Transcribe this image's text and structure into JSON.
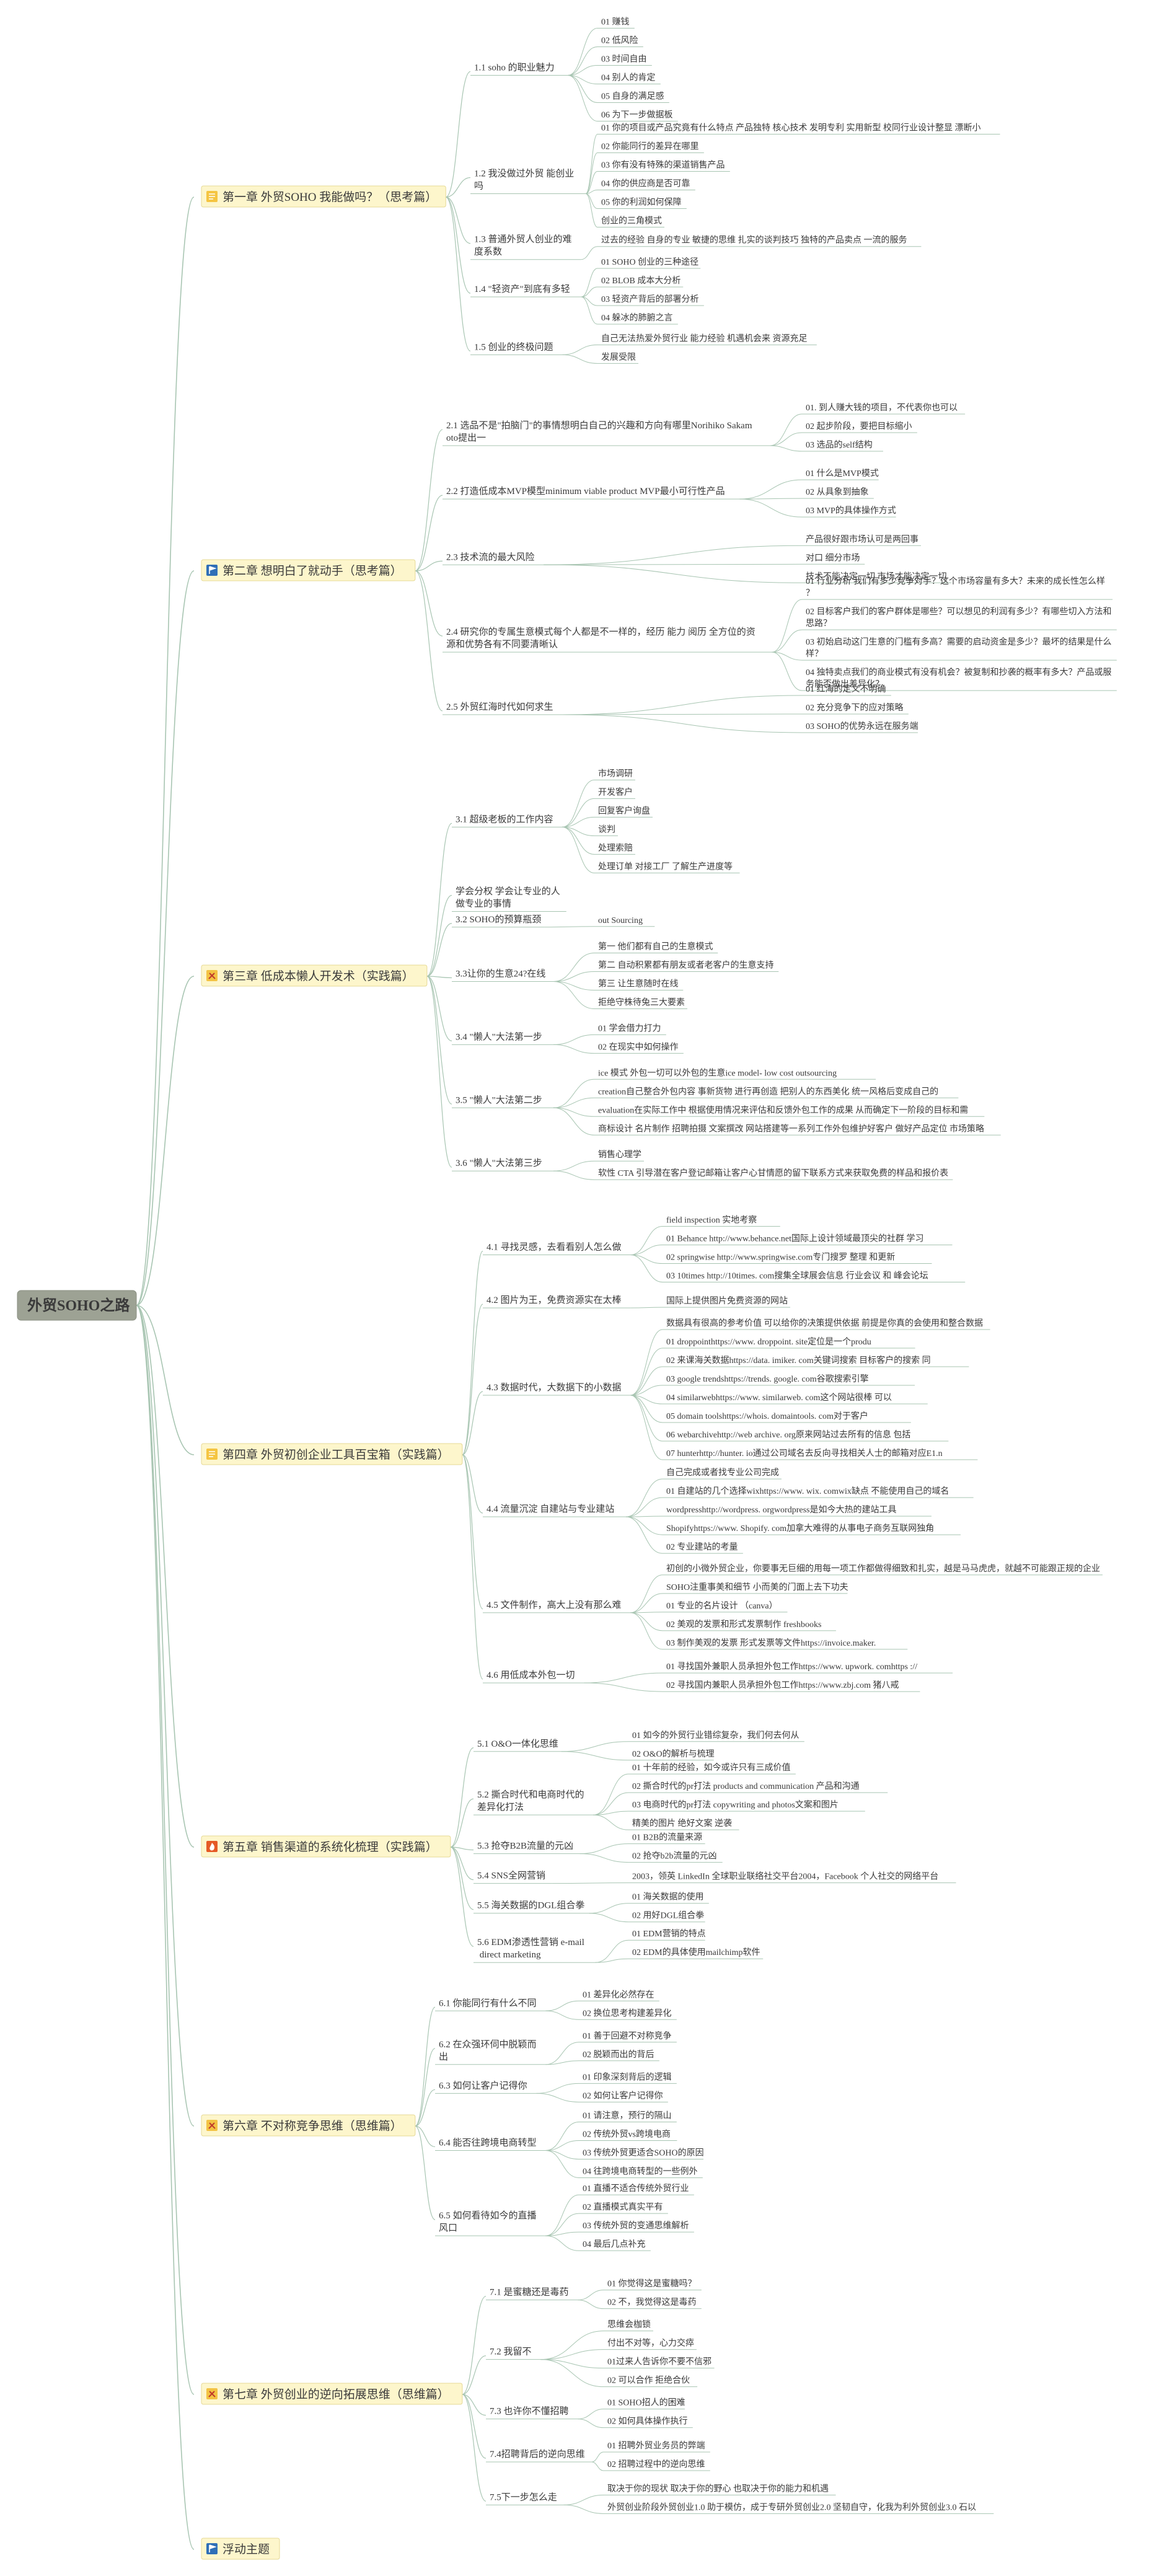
{
  "root": {
    "title": "外贸SOHO之路"
  },
  "colors": {
    "line": "#a8c5b2",
    "root_bg": "#9da294",
    "chapter_bg": "#fdf6cc",
    "chapter_border": "#e6d995",
    "text": "#3a3a3a"
  },
  "chapters": [
    {
      "icon": "page-icon",
      "label": "第一章 外贸SOHO 我能做吗？（思考篇）",
      "sections": [
        {
          "label": "1.1 soho 的职业魅力",
          "items": [
            "01 赚钱",
            "02 低风险",
            "03 时间自由",
            "04 别人的肯定",
            "05 自身的满足感",
            "06 为下一步做据板"
          ]
        },
        {
          "label": "1.2 我没做过外贸 能创业吗",
          "items": [
            "01 你的项目或产品究竟有什么特点 产品独特 核心技术 发明专利 实用新型 校同行业设计整显 漂断小",
            "02 你能同行的差异在哪里",
            "03 你有没有特殊的渠道销售产品",
            "04 你的供应商是否可靠",
            "05 你的利润如何保障",
            "创业的三角模式"
          ]
        },
        {
          "label": "1.3 普通外贸人创业的难度系数",
          "items": [
            "过去的经验 自身的专业 敏捷的思维 扎实的谈判技巧 独特的产品卖点 一流的服务"
          ]
        },
        {
          "label": "1.4 \"轻资产\"到底有多轻",
          "items": [
            "01 SOHO 创业的三种途径",
            "02 BLOB 成本大分析",
            "03 轻资产背后的部署分析",
            "04 躲冰的肺腑之言"
          ]
        },
        {
          "label": "1.5 创业的终极问题",
          "items": [
            "自己无法热爱外贸行业 能力经验 机遇机会来 资源充足",
            "发展受限"
          ]
        }
      ]
    },
    {
      "icon": "flag-icon",
      "label": "第二章 想明白了就动手（思考篇）",
      "sections": [
        {
          "label": "2.1 选品不是\"拍脑门\"的事情想明白自己的兴趣和方向有哪里Norihiko Sakamoto提出一",
          "items": [
            "01. 到人赚大钱的项目，不代表你也可以",
            "02 起步阶段，要把目标缩小",
            "03 选品的self结构"
          ]
        },
        {
          "label": "2.2 打造低成本MVP模型minimum viable product MVP最小可行性产品",
          "items": [
            "01 什么是MVP模式",
            "02 从具象到抽象",
            "03 MVP的具体操作方式"
          ]
        },
        {
          "label": "2.3 技术流的最大风险",
          "items": [
            "产品很好跟市场认可是两回事",
            "对口 细分市场",
            "技术不能决定一切 市场才能决定一切"
          ]
        },
        {
          "label": "2.4 研究你的专属生意模式每个人都是不一样的，经历 能力 阅历 全方位的资源和优势各有不同要清晰认",
          "items": [
            "01 行业分析 我们有多少竞争对手？这个市场容量有多大？未来的成长性怎么样？",
            "02 目标客户我们的客户群体是哪些？可以想见的利润有多少？有哪些切入方法和思路？",
            "03 初始启动这门生意的门槛有多高？需要的启动资金是多少？最坏的结果是什么样？",
            "04 独特卖点我们的商业模式有没有机会？被复制和抄袭的概率有多大？产品或服务能否做出差异化？"
          ]
        },
        {
          "label": "2.5 外贸红海时代如何求生",
          "items": [
            "01 红海的定义不明确",
            "02 充分竞争下的应对策略",
            "03 SOHO的优势永远在服务端"
          ]
        }
      ]
    },
    {
      "icon": "tools-icon",
      "label": "第三章 低成本懒人开发术（实践篇）",
      "sections": [
        {
          "label": "3.1 超级老板的工作内容",
          "items": [
            "市场调研",
            "开发客户",
            "回复客户询盘",
            "谈判",
            "处理索赔",
            "处理订单 对接工厂 了解生产进度等"
          ]
        },
        {
          "label": "学会分权 学会让专业的人做专业的事情",
          "items": []
        },
        {
          "label": "3.2 SOHO的预算瓶颈",
          "items": [
            "out Sourcing"
          ]
        },
        {
          "label": "3.3让你的生意24?在线",
          "items": [
            "第一 他们都有自己的生意模式",
            "第二 自动积累都有朋友或者老客户的生意支持",
            "第三 让生意随时在线",
            "拒绝守株待兔三大要素"
          ]
        },
        {
          "label": "3.4 \"懒人\"大法第一步",
          "items": [
            "01 学会借力打力",
            "02 在现实中如何操作"
          ]
        },
        {
          "label": "3.5 \"懒人\"大法第二步",
          "items": [
            "ice 模式 外包一切可以外包的生意ice model- low cost outsourcing",
            "creation自己整合外包内容 事新货物 进行再创造 把别人的东西美化 统一风格后变成自己的",
            "evaluation在实际工作中 根据使用情况来评估和反馈外包工作的成果 从而确定下一阶段的目标和需",
            "商标设计 名片制作 招聘拍摄 文案撰改 网站搭建等一系列工作外包维护好客户 做好产品定位 市场策略"
          ]
        },
        {
          "label": "3.6 \"懒人\"大法第三步",
          "items": [
            "销售心理学",
            "软性 CTA 引导潜在客户登记邮箱让客户心甘情愿的留下联系方式来获取免费的样品和报价表"
          ]
        }
      ]
    },
    {
      "icon": "page-icon",
      "label": "第四章 外贸初创企业工具百宝箱（实践篇）",
      "sections": [
        {
          "label": "4.1 寻找灵感，去看看别人怎么做",
          "items": [
            "field inspection 实地考察",
            "01 Behance http://www.behance.net国际上设计领域最顶尖的社群 学习",
            "02 springwise http://www.springwise.com专门搜罗 整理 和更新",
            "03 10times http://10times. com搜集全球展会信息 行业会议 和 峰会论坛"
          ]
        },
        {
          "label": "4.2 图片为王，免费资源实在太棒",
          "items": [
            "国际上提供图片免费资源的网站"
          ]
        },
        {
          "label": "4.3 数据时代，大数据下的小数据",
          "items": [
            "数据具有很高的参考价值 可以给你的决策提供依据 前提是你真的会使用和整合数据",
            "01 droppointhttps://www. droppoint. site定位是一个produ",
            "02 来课海关数据https://data. imiker. com关键词搜索 目标客户的搜索 同",
            "03 google trendshttps://trends. google. com谷歌搜索引擎",
            "04 similarwebhttps://www. similarweb. com这个网站很棒 可以",
            "05 domain toolshttps://whois. domaintools. com对于客户",
            "06 webarchivehttp://web archive. org原来网站过去所有的信息 包括",
            "07 hunterhttp://hunter. io通过公司域名去反向寻找相关人士的邮箱对应E1.n"
          ]
        },
        {
          "label": "4.4 流量沉淀 自建站与专业建站",
          "items": [
            "自己完成或者找专业公司完成",
            "01 自建站的几个选择wixhttps://www. wix. comwix缺点 不能使用自己的域名",
            "wordpresshttp://wordpress. orgwordpress是如今大热的建站工具",
            "Shopifyhttps://www. Shopify. com加拿大难得的从事电子商务互联网独角",
            "02 专业建站的考量"
          ]
        },
        {
          "label": "4.5 文件制作，高大上没有那么难",
          "items": [
            "初创的小微外贸企业，你要事无巨细的用每一项工作都做得细致和扎实，越是马马虎虎，就越不可能跟正规的企业",
            "SOHO注重事美和细节 小而美的门面上去下功夫",
            "01 专业的名片设计 （canva）",
            "02 美观的发票和形式发票制作 freshbooks",
            "03 制作美观的发票 形式发票等文件https://invoice.maker."
          ]
        },
        {
          "label": "4.6 用低成本外包一切",
          "items": [
            "01 寻找国外兼职人员承担外包工作https://www. upwork. comhttps ://",
            "02 寻找国内兼职人员承担外包工作https://www.zbj.com 猪八戒"
          ]
        }
      ]
    },
    {
      "icon": "fire-icon",
      "label": "第五章 销售渠道的系统化梳理（实践篇）",
      "sections": [
        {
          "label": "5.1 O&O一体化思维",
          "items": [
            "01 如今的外贸行业错综复杂，我们何去何从",
            "02 O&O的解析与梳理"
          ]
        },
        {
          "label": "5.2 撕合时代和电商时代的差异化打法",
          "items": [
            "01 十年前的经验，如今或许只有三成价值",
            "02 撕合时代的pr打法 products and communication 产品和沟通",
            "03 电商时代的pr打法 copywriting and photos文案和图片",
            "精美的图片 绝好文案 逆袭"
          ]
        },
        {
          "label": "5.3 抢夺B2B流量的元凶",
          "items": [
            "01 B2B的流量来源",
            "02 抢夺b2b流量的元凶"
          ]
        },
        {
          "label": "5.4 SNS全网营销",
          "items": [
            "2003，领英 LinkedIn 全球职业联络社交平台2004，Facebook 个人社交的网络平台"
          ]
        },
        {
          "label": "5.5 海关数据的DGL组合拳",
          "items": [
            "01 海关数据的使用",
            "02 用好DGL组合拳"
          ]
        },
        {
          "label": "5.6 EDM渗透性营销 e-mail direct marketing",
          "items": [
            "01 EDM营销的特点",
            "02 EDM的具体使用mailchimp软件"
          ]
        }
      ]
    },
    {
      "icon": "tools-icon",
      "label": "第六章 不对称竞争思维（思维篇）",
      "sections": [
        {
          "label": "6.1 你能同行有什么不同",
          "items": [
            "01 差异化必然存在",
            "02 换位思考构建差异化"
          ]
        },
        {
          "label": "6.2 在众强环伺中脱颖而出",
          "items": [
            "01 善于回避不对称竞争",
            "02 脱颖而出的背后"
          ]
        },
        {
          "label": "6.3 如何让客户记得你",
          "items": [
            "01 印象深刻背后的逻辑",
            "02 如何让客户记得你"
          ]
        },
        {
          "label": "6.4 能否往跨境电商转型",
          "items": [
            "01 请注意，预行的隔山",
            "02 传统外贸vs跨境电商",
            "03 传统外贸更适合SOHO的原因",
            "04 往跨境电商转型的一些例外"
          ]
        },
        {
          "label": "6.5 如何看待如今的直播风口",
          "items": [
            "01 直播不适合传统外贸行业",
            "02 直播模式真实平有",
            "03 传统外贸的变通思维解析",
            "04 最后几点补充"
          ]
        }
      ]
    },
    {
      "icon": "tools-icon",
      "label": "第七章 外贸创业的逆向拓展思维（思维篇）",
      "sections": [
        {
          "label": "7.1 是蜜糖还是毒药",
          "items": [
            "01 你觉得这是蜜糖吗？",
            "02 不，我觉得这是毒药"
          ]
        },
        {
          "label": "7.2 我留不",
          "items": [
            "思维会枷锁",
            "付出不对等，心力交瘁",
            "01过来人告诉你不要不信邪",
            "02 可以合作 拒绝合伙"
          ]
        },
        {
          "label": "7.3 也许你不懂招聘",
          "items": [
            "01 SOHO招人的困难",
            "02 如何具体操作执行"
          ]
        },
        {
          "label": "7.4招聘背后的逆向思维",
          "items": [
            "01 招聘外贸业务员的弊端",
            "02 招聘过程中的逆向思维"
          ]
        },
        {
          "label": "7.5下一步怎么走",
          "items": [
            "取决于你的现状 取决于你的野心 也取决于你的能力和机遇",
            "外贸创业阶段外贸创业1.0 助于模仿，成于专研外贸创业2.0 坚韧自守，化我为利外贸创业3.0 石以"
          ]
        }
      ]
    },
    {
      "icon": "flag-icon",
      "label": "浮动主题",
      "sections": []
    }
  ]
}
